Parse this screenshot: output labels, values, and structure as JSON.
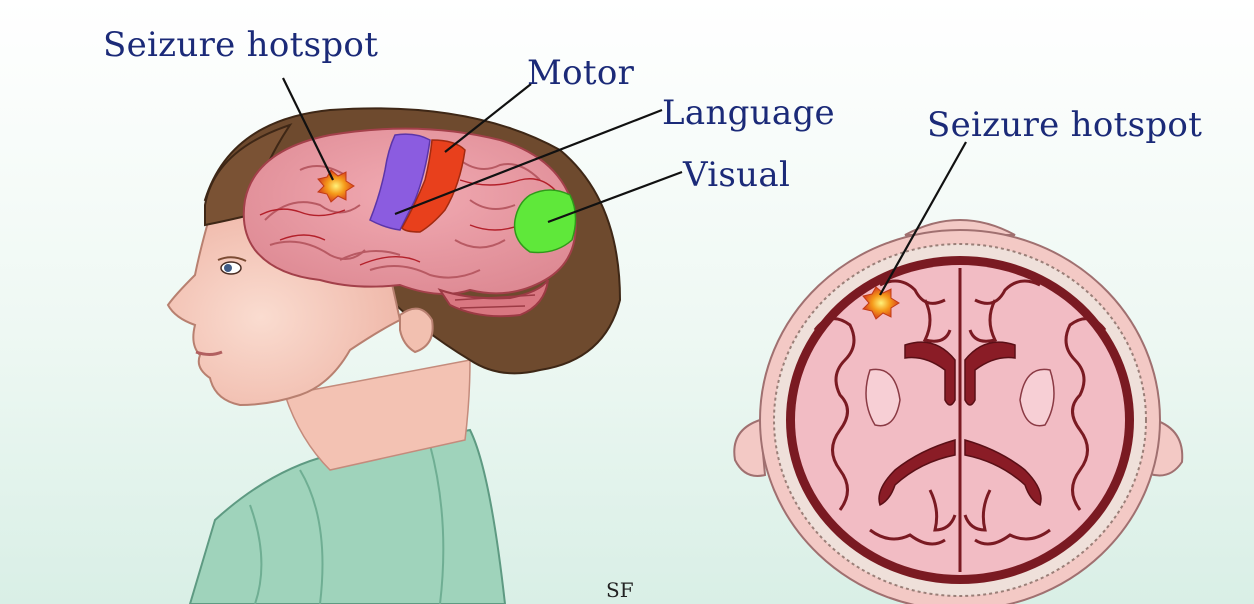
{
  "labels": {
    "hotspot_side": "Seizure hotspot",
    "motor": "Motor",
    "language": "Language",
    "visual": "Visual",
    "hotspot_axial": "Seizure hotspot"
  },
  "signature": "SF",
  "colors": {
    "background_top": "#ffffff",
    "background_bottom": "#dff1ea",
    "label_text": "#1b2a78",
    "brain_tissue": "#e79aa3",
    "vessels": "#b3202a",
    "motor_region": "#e8401c",
    "language_region": "#8b5ce0",
    "visual_region": "#5fe83a",
    "hotspot": "#f07a1a",
    "hair": "#6e4a2e",
    "skin": "#f7cdc0",
    "shirt": "#9fd3bb",
    "axial_brain": "#f2bcc4",
    "axial_border": "#7a1a22"
  },
  "icons": {
    "side_view": "child-head-with-brain-illustration",
    "axial_view": "axial-brain-slice-illustration",
    "hotspot": "seizure-hotspot-icon"
  }
}
